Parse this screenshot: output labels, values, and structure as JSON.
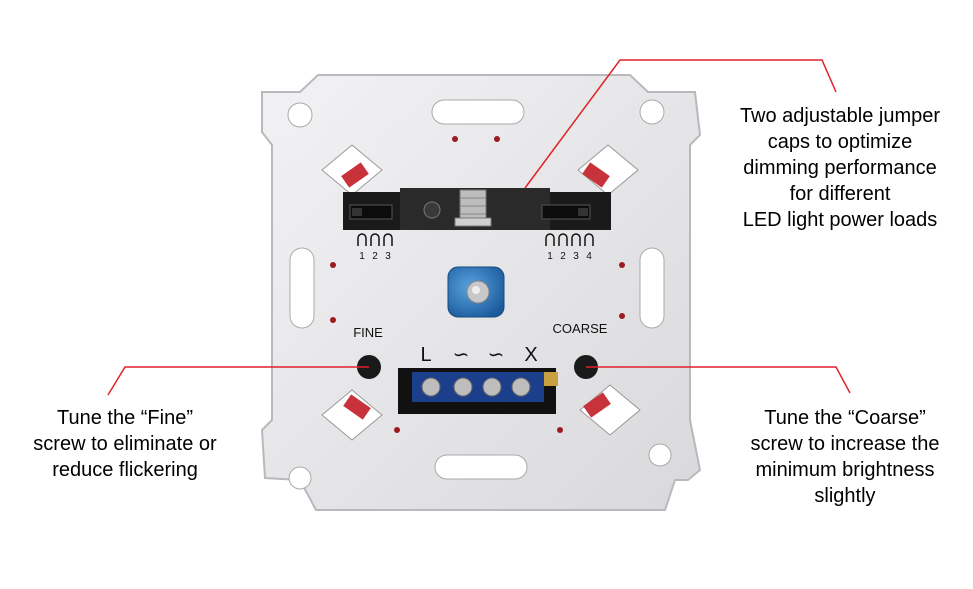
{
  "plate": {
    "fine_label": "FINE",
    "coarse_label": "COARSE",
    "terminal_labels": [
      "L",
      "∽",
      "∽",
      "X"
    ],
    "jumper_left_numbers": [
      "1",
      "2",
      "3"
    ],
    "jumper_right_numbers": [
      "1",
      "2",
      "3",
      "4"
    ]
  },
  "callouts": {
    "jumper": {
      "lines": [
        "Two adjustable jumper",
        "caps to optimize",
        "dimming performance",
        "for different",
        "LED light power loads"
      ]
    },
    "fine": {
      "lines": [
        "Tune the “Fine”",
        "screw to eliminate or",
        "reduce flickering"
      ]
    },
    "coarse": {
      "lines": [
        "Tune the “Coarse”",
        "screw to increase the",
        "minimum brightness",
        "slightly"
      ]
    }
  },
  "colors": {
    "leader_line": "#e0212b",
    "plate": "#e6e6e8",
    "plate_edge": "#c9c9cc",
    "knob": "#1f6fb5",
    "terminal_block": "#1c3f8c",
    "jumper_cap": "#c8323a"
  }
}
